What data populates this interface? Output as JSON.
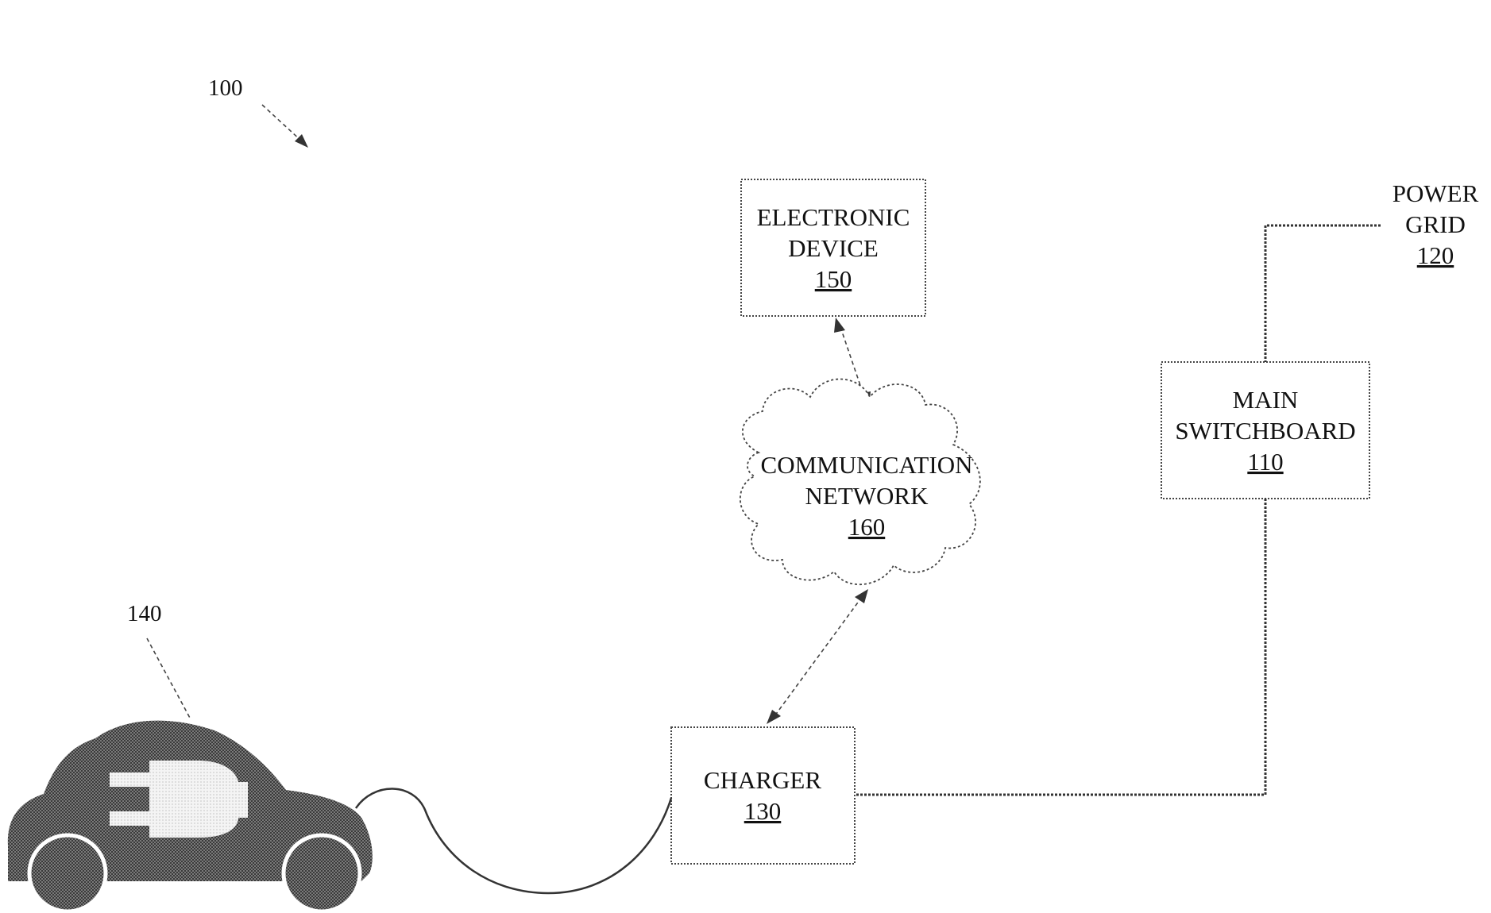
{
  "figure": {
    "ref": "100"
  },
  "nodes": {
    "electronic_device": {
      "line1": "ELECTRONIC",
      "line2": "DEVICE",
      "ref": "150"
    },
    "communication_network": {
      "line1": "COMMUNICATION",
      "line2": "NETWORK",
      "ref": "160"
    },
    "main_switchboard": {
      "line1": "MAIN",
      "line2": "SWITCHBOARD",
      "ref": "110"
    },
    "power_grid": {
      "line1": "POWER",
      "line2": "GRID",
      "ref": "120"
    },
    "charger": {
      "line1": "CHARGER",
      "ref": "130"
    },
    "vehicle": {
      "ref": "140",
      "icon": "electric-car-icon"
    }
  },
  "colors": {
    "line": "#333333",
    "car_fill": "#555555",
    "background": "#ffffff"
  }
}
